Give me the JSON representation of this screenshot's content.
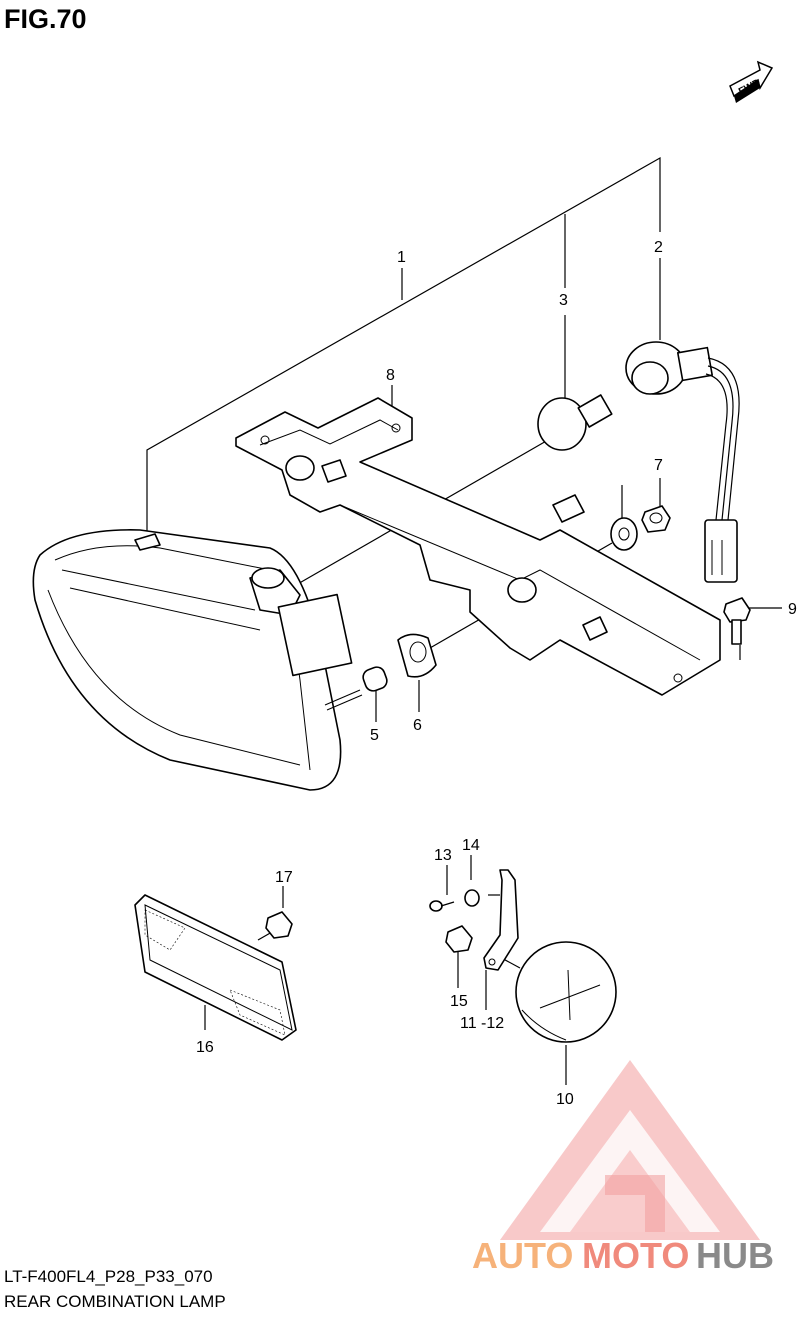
{
  "figure": {
    "title": "FIG.70",
    "fwd_label": "FWD",
    "model_code": "LT-F400FL4_P28_P33_070",
    "name": "REAR COMBINATION LAMP"
  },
  "callouts": [
    "1",
    "2",
    "3",
    "5",
    "6",
    "7",
    "8",
    "9",
    "10",
    "11 -12",
    "13",
    "14",
    "15",
    "16",
    "17"
  ],
  "watermark": {
    "text_auto": "AUTO",
    "text_moto": "MOTO",
    "text_hub": "HUB",
    "colors": {
      "auto": "#f6b27a",
      "moto": "#f08a7c",
      "hub": "#8a8a8a",
      "logo": "#ef8a8a"
    }
  }
}
